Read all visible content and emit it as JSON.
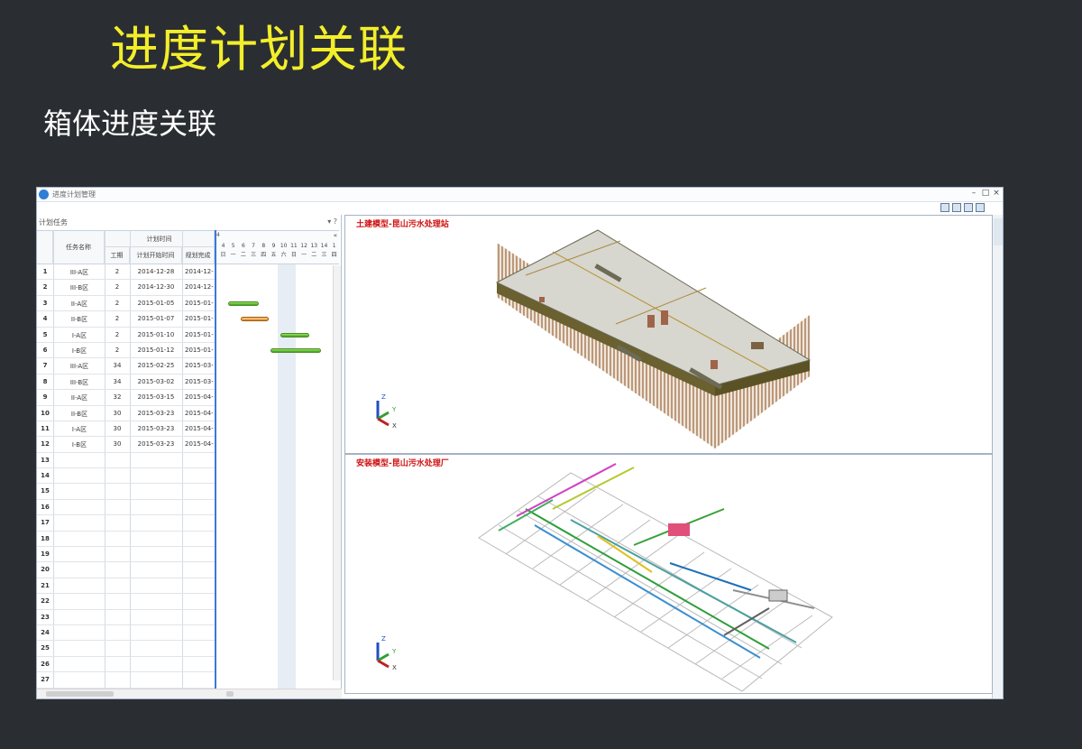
{
  "slide": {
    "title": "进度计划关联",
    "subtitle": "箱体进度关联"
  },
  "window": {
    "title": "进度计划管理",
    "min_icon": "minimize-icon",
    "max_icon": "maximize-icon",
    "close_icon": "close-icon"
  },
  "panel": {
    "title": "计划任务",
    "controls": "▾ ?"
  },
  "grid": {
    "headers": {
      "task_name": "任务名称",
      "plan_time": "计划时间",
      "duration": "工期",
      "start": "计划开始时间",
      "end": "规划完成"
    },
    "rows": [
      {
        "num": "1",
        "name": "III-A区",
        "dur": "2",
        "start": "2014-12-28",
        "end": "2014-12-"
      },
      {
        "num": "2",
        "name": "III-B区",
        "dur": "2",
        "start": "2014-12-30",
        "end": "2014-12-"
      },
      {
        "num": "3",
        "name": "II-A区",
        "dur": "2",
        "start": "2015-01-05",
        "end": "2015-01-"
      },
      {
        "num": "4",
        "name": "II-B区",
        "dur": "2",
        "start": "2015-01-07",
        "end": "2015-01-"
      },
      {
        "num": "5",
        "name": "I-A区",
        "dur": "2",
        "start": "2015-01-10",
        "end": "2015-01-"
      },
      {
        "num": "6",
        "name": "I-B区",
        "dur": "2",
        "start": "2015-01-12",
        "end": "2015-01-"
      },
      {
        "num": "7",
        "name": "III-A区",
        "dur": "34",
        "start": "2015-02-25",
        "end": "2015-03-"
      },
      {
        "num": "8",
        "name": "III-B区",
        "dur": "34",
        "start": "2015-03-02",
        "end": "2015-03-"
      },
      {
        "num": "9",
        "name": "II-A区",
        "dur": "32",
        "start": "2015-03-15",
        "end": "2015-04-"
      },
      {
        "num": "10",
        "name": "II-B区",
        "dur": "30",
        "start": "2015-03-23",
        "end": "2015-04-"
      },
      {
        "num": "11",
        "name": "I-A区",
        "dur": "30",
        "start": "2015-03-23",
        "end": "2015-04-"
      },
      {
        "num": "12",
        "name": "I-B区",
        "dur": "30",
        "start": "2015-03-23",
        "end": "2015-04-"
      },
      {
        "num": "13",
        "name": "",
        "dur": "",
        "start": "",
        "end": ""
      },
      {
        "num": "14",
        "name": "",
        "dur": "",
        "start": "",
        "end": ""
      },
      {
        "num": "15",
        "name": "",
        "dur": "",
        "start": "",
        "end": ""
      },
      {
        "num": "16",
        "name": "",
        "dur": "",
        "start": "",
        "end": ""
      },
      {
        "num": "17",
        "name": "",
        "dur": "",
        "start": "",
        "end": ""
      },
      {
        "num": "18",
        "name": "",
        "dur": "",
        "start": "",
        "end": ""
      },
      {
        "num": "19",
        "name": "",
        "dur": "",
        "start": "",
        "end": ""
      },
      {
        "num": "20",
        "name": "",
        "dur": "",
        "start": "",
        "end": ""
      },
      {
        "num": "21",
        "name": "",
        "dur": "",
        "start": "",
        "end": ""
      },
      {
        "num": "22",
        "name": "",
        "dur": "",
        "start": "",
        "end": ""
      },
      {
        "num": "23",
        "name": "",
        "dur": "",
        "start": "",
        "end": ""
      },
      {
        "num": "24",
        "name": "",
        "dur": "",
        "start": "",
        "end": ""
      },
      {
        "num": "25",
        "name": "",
        "dur": "",
        "start": "",
        "end": ""
      },
      {
        "num": "26",
        "name": "",
        "dur": "",
        "start": "",
        "end": ""
      },
      {
        "num": "27",
        "name": "",
        "dur": "",
        "start": "",
        "end": ""
      }
    ]
  },
  "gantt": {
    "period": "4",
    "days": [
      "4",
      "5",
      "6",
      "7",
      "8",
      "9",
      "10",
      "11",
      "12",
      "13",
      "14",
      "1"
    ],
    "weekdays": [
      "日",
      "一",
      "二",
      "三",
      "四",
      "五",
      "六",
      "日",
      "一",
      "二",
      "三",
      "四"
    ],
    "bars": [
      {
        "row": 3,
        "start_day": 5.0,
        "length_days": 3.0,
        "color": "green"
      },
      {
        "row": 4,
        "start_day": 6.2,
        "length_days": 2.8,
        "color": "orange"
      },
      {
        "row": 5,
        "start_day": 10.2,
        "length_days": 2.8,
        "color": "green"
      },
      {
        "row": 6,
        "start_day": 9.2,
        "length_days": 5.0,
        "color": "green"
      }
    ]
  },
  "viewports": {
    "top_label": "土建模型-昆山污水处理站",
    "bottom_label": "安装模型-昆山污水处理厂",
    "axis_z": "Z",
    "axis_y": "Y",
    "axis_x": "X"
  },
  "colors": {
    "title_yellow": "#f3ee2a",
    "slide_bg": "#2a2e32",
    "label_red": "#d01010",
    "bar_green": "#3ea314",
    "bar_orange": "#e0892c"
  }
}
